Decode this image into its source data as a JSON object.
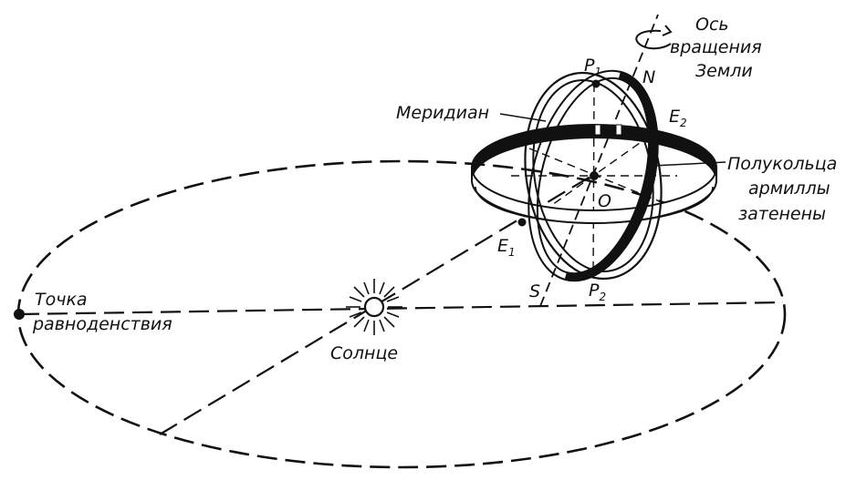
{
  "labels": {
    "axis_title": [
      "Ось",
      "вращения",
      "Земли"
    ],
    "meridian": "Меридиан",
    "half_rings": [
      "Полукольца",
      "армиллы",
      "затенены"
    ],
    "equinox_point": [
      "Точка",
      "равноденствия"
    ],
    "sun": "Солнце",
    "P1": {
      "main": "P",
      "sub": "1"
    },
    "P2": {
      "main": "P",
      "sub": "2"
    },
    "E1": {
      "main": "E",
      "sub": "1"
    },
    "E2": {
      "main": "E",
      "sub": "2"
    },
    "N": "N",
    "S": "S",
    "O": "O"
  },
  "colors": {
    "ink": "#111111",
    "paper": "#ffffff"
  }
}
